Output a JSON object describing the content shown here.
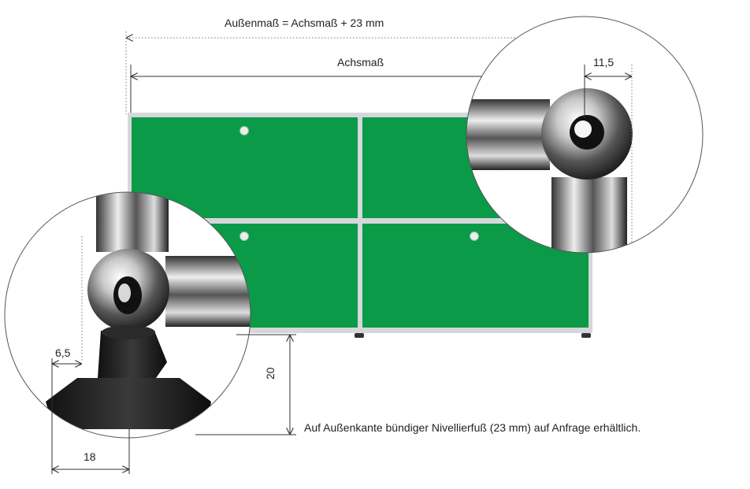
{
  "labels": {
    "outer_dimension": "Außenmaß = Achsmaß + 23 mm",
    "axis_dimension": "Achsmaß",
    "joint_offset": "11,5",
    "foot_offset": "6,5",
    "foot_height": "20",
    "foot_width": "18",
    "note": "Auf Außenkante bündiger Nivellierfuß (23 mm) auf Anfrage erhältlich."
  },
  "colors": {
    "panel_green": "#0b9a48",
    "frame_chrome": "#c9cdd0",
    "foot_black": "#1a1a1a"
  }
}
